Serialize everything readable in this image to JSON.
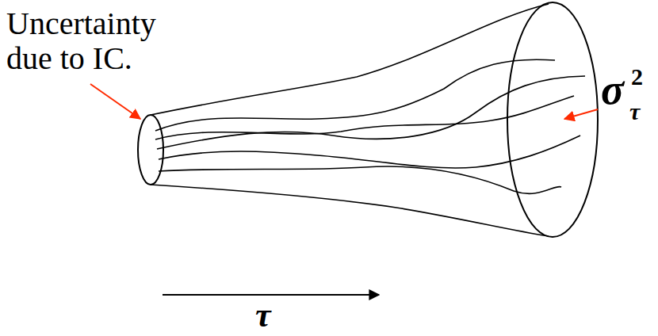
{
  "diagram": {
    "labels": [
      "Uncertainty due to IC.",
      "σ",
      "2",
      "τ",
      "τ"
    ]
  }
}
